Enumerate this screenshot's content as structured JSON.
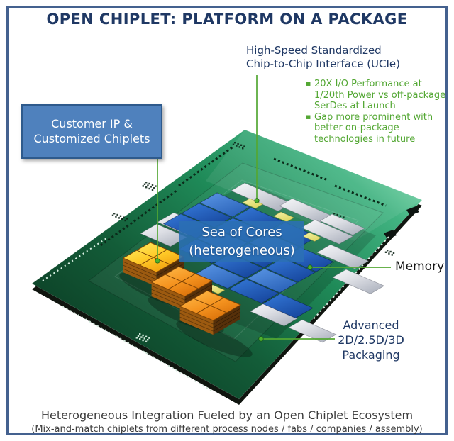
{
  "title": "OPEN CHIPLET: PLATFORM ON A PACKAGE",
  "labels": {
    "ucie": {
      "lines": [
        "High-Speed Standardized",
        "Chip-to-Chip Interface (UCIe)"
      ]
    },
    "bullet_marker": "▪",
    "bullets": [
      {
        "lines": [
          "20X I/O Performance at",
          "1/20th Power vs off-package",
          "SerDes at Launch"
        ]
      },
      {
        "lines": [
          "Gap more prominent with",
          "better on-package",
          "technologies in future"
        ]
      }
    ],
    "customer": {
      "lines": [
        "Customer IP &",
        "Customized Chiplets"
      ]
    },
    "sea": {
      "lines": [
        "Sea of Cores",
        "(heterogeneous)"
      ]
    },
    "memory": "Memory",
    "advanced": {
      "lines": [
        "Advanced",
        "2D/2.5D/3D",
        "Packaging"
      ]
    }
  },
  "caption": {
    "lines": [
      "Heterogeneous Integration Fueled by an Open Chiplet Ecosystem",
      "(Mix-and-match chiplets from different process nodes / fabs / companies / assembly)"
    ]
  },
  "icons": {
    "bullet_marker_icon": "square-bullet",
    "connector_dots": "green-callout-dot"
  },
  "colors": {
    "frame_border": "#44618f",
    "title_navy": "#1f3864",
    "callout_green": "#53a733",
    "customer_box_blue": "#4f81bd",
    "sea_overlay_blue": "#2b6fb4",
    "board_green": "#1f8a58",
    "die_blue": "#1a4da6",
    "die_silver": "#d9dbe1",
    "die_gold": "#f59420",
    "caption_gray": "#3a3a3a"
  }
}
